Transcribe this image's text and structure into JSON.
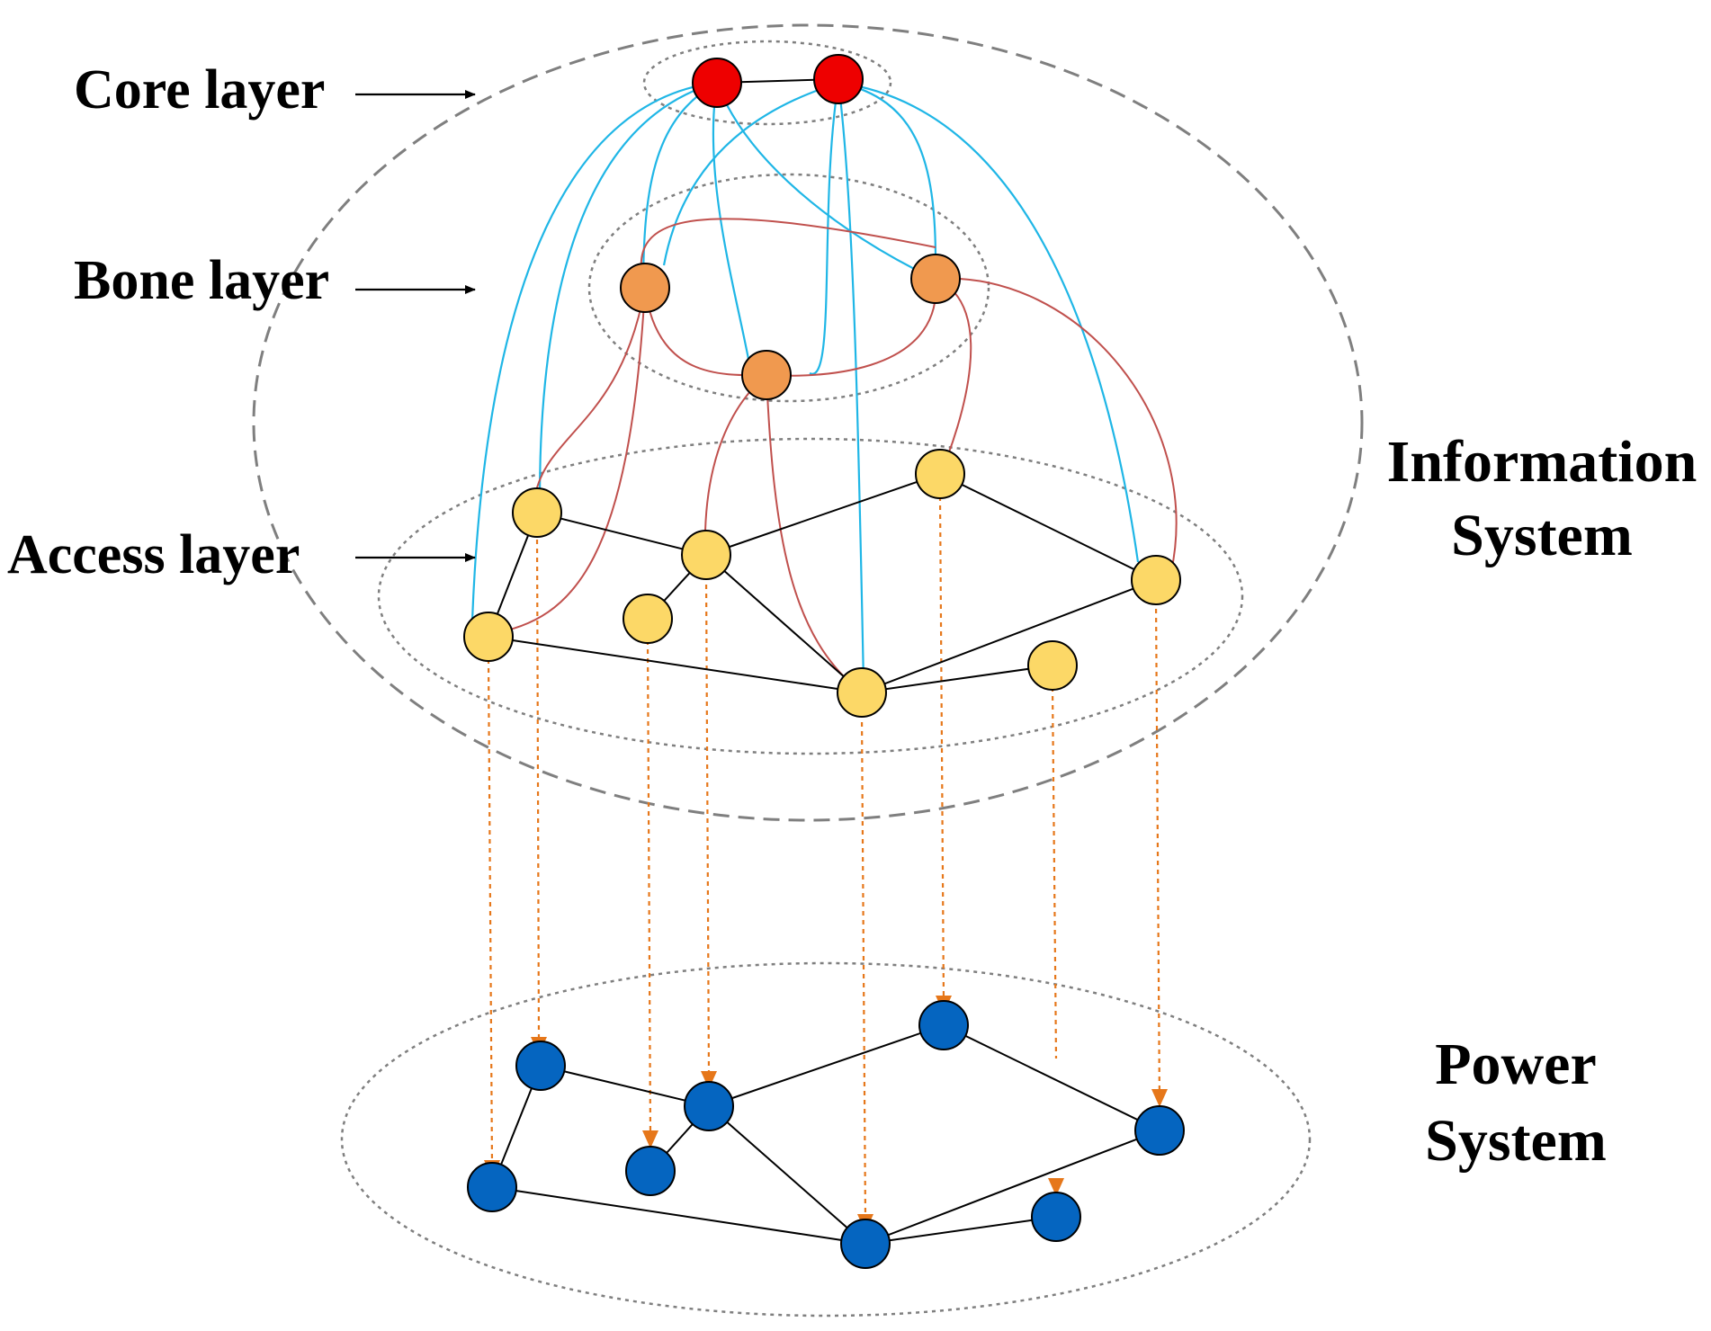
{
  "labels": {
    "core_layer": "Core layer",
    "bone_layer": "Bone layer",
    "access_layer": "Access layer",
    "information_system_line1": "Information",
    "information_system_line2": "System",
    "power_system_line1": "Power",
    "power_system_line2": "System"
  },
  "colors": {
    "core_node": "#ee0000",
    "bone_node": "#f0994f",
    "access_node": "#fcd867",
    "power_node": "#0565c0",
    "core_link": "#1fb6e6",
    "bone_link": "#c0504d",
    "mapping_arrow": "#e6771a",
    "network_edge": "#000000",
    "boundary": "#7f7f7f"
  }
}
